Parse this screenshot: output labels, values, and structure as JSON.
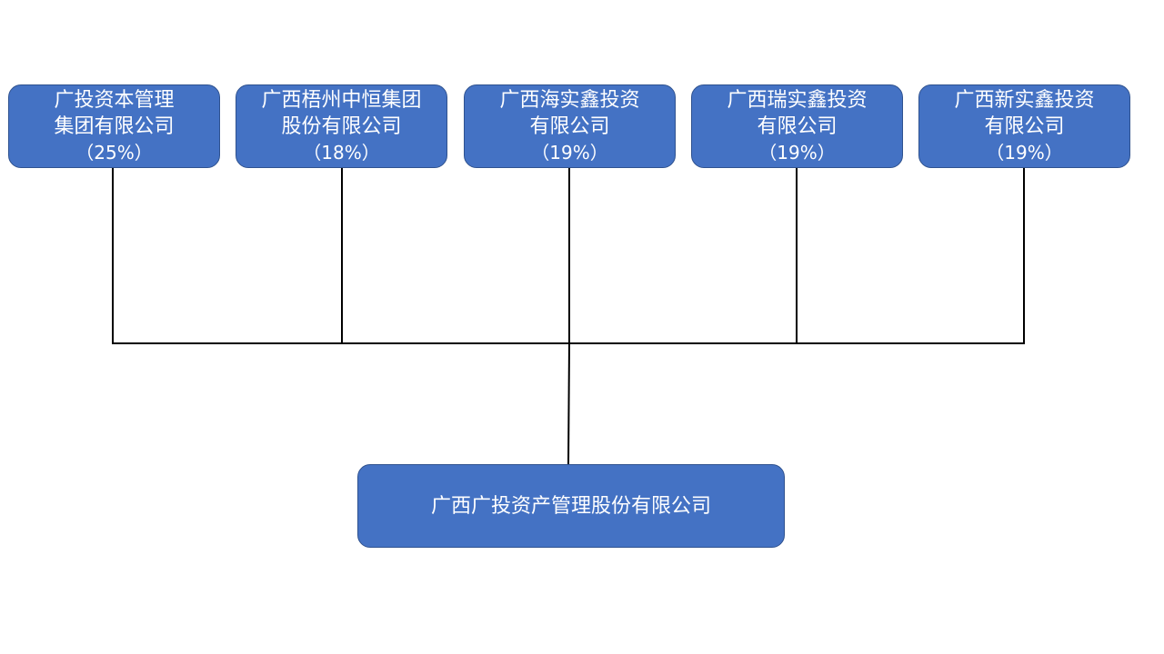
{
  "shareholders": [
    {
      "line1": "广投资本管理",
      "line2": "集团有限公司",
      "percent": "（25%）"
    },
    {
      "line1": "广西梧州中恒集团",
      "line2": "股份有限公司",
      "percent": "（18%）"
    },
    {
      "line1": "广西海实鑫投资",
      "line2": "有限公司",
      "percent": "（19%）"
    },
    {
      "line1": "广西瑞实鑫投资",
      "line2": "有限公司",
      "percent": "（19%）"
    },
    {
      "line1": "广西新实鑫投资",
      "line2": "有限公司",
      "percent": "（19%）"
    }
  ],
  "subsidiary": {
    "name": "广西广投资产管理股份有限公司"
  },
  "colors": {
    "box_fill": "#4472c4",
    "box_border": "#2f528f",
    "connector": "#000000",
    "text": "#ffffff"
  }
}
